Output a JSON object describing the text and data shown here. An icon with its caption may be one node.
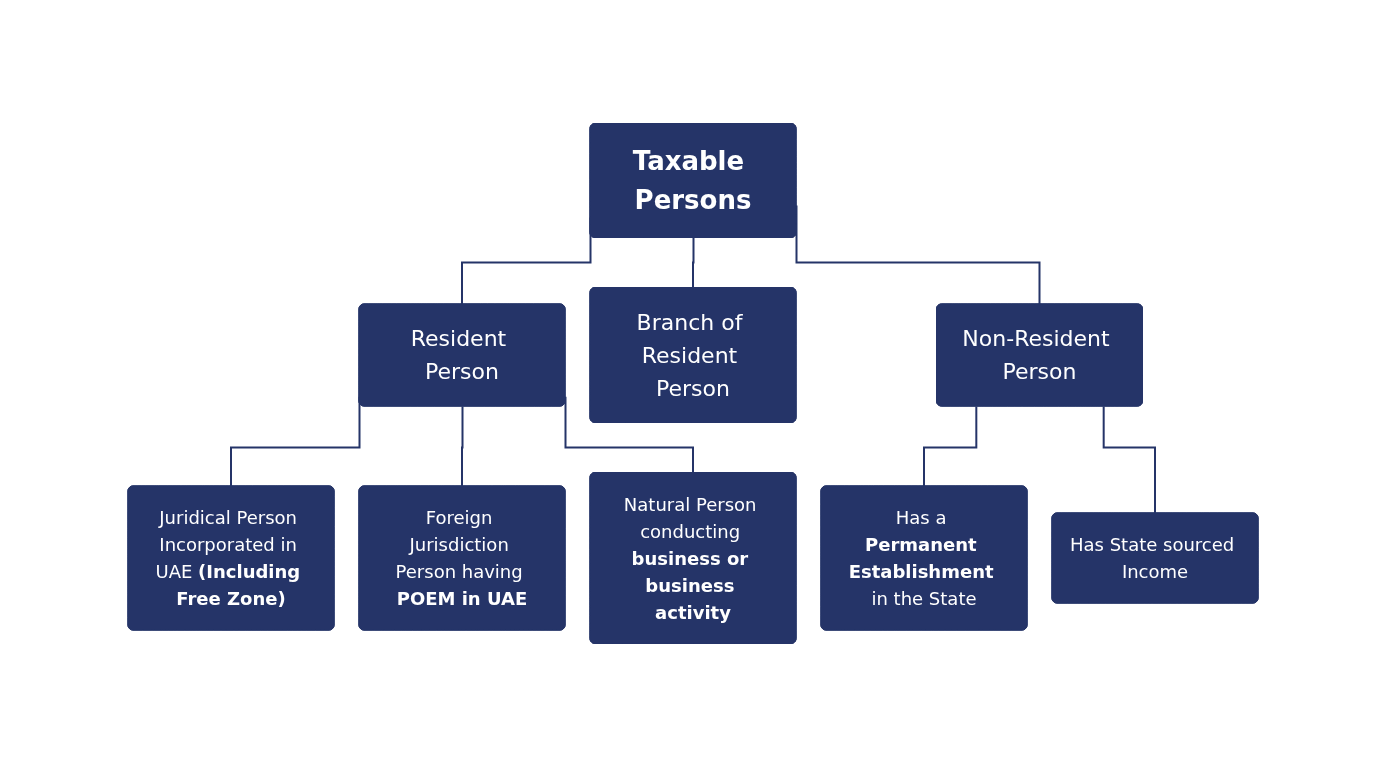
{
  "diagram": {
    "nodes": [
      {
        "text": [
          "Taxable Persons"
        ]
      },
      {
        "text": [
          "Resident Person"
        ]
      },
      {
        "text": [
          "Branch of Resident Person"
        ]
      },
      {
        "text": [
          "Non-Resident Person"
        ]
      },
      {
        "text": [
          "Juridical Person Incorporated in UAE **(Including Free Zone)**"
        ]
      },
      {
        "text": [
          "Foreign Jurisdiction Person having **POEM in UAE**"
        ]
      },
      {
        "text": [
          "Natural Person conducting **business or business activity**"
        ]
      },
      {
        "text": [
          "Has a **Permanent Establishment** in the State"
        ]
      },
      {
        "text": [
          "Has State sourced Income"
        ]
      }
    ],
    "edges": [
      {
        "from": 0,
        "to": 1,
        "arrow": "none"
      },
      {
        "from": 0,
        "to": 2,
        "arrow": "none"
      },
      {
        "from": 0,
        "to": 3,
        "arrow": "none"
      },
      {
        "from": 1,
        "to": 4,
        "arrow": "none"
      },
      {
        "from": 1,
        "to": 5,
        "arrow": "none"
      },
      {
        "from": 1,
        "to": 6,
        "arrow": "none"
      },
      {
        "from": 3,
        "to": 7,
        "arrow": "none"
      },
      {
        "from": 3,
        "to": 8,
        "arrow": "none"
      }
    ]
  }
}
